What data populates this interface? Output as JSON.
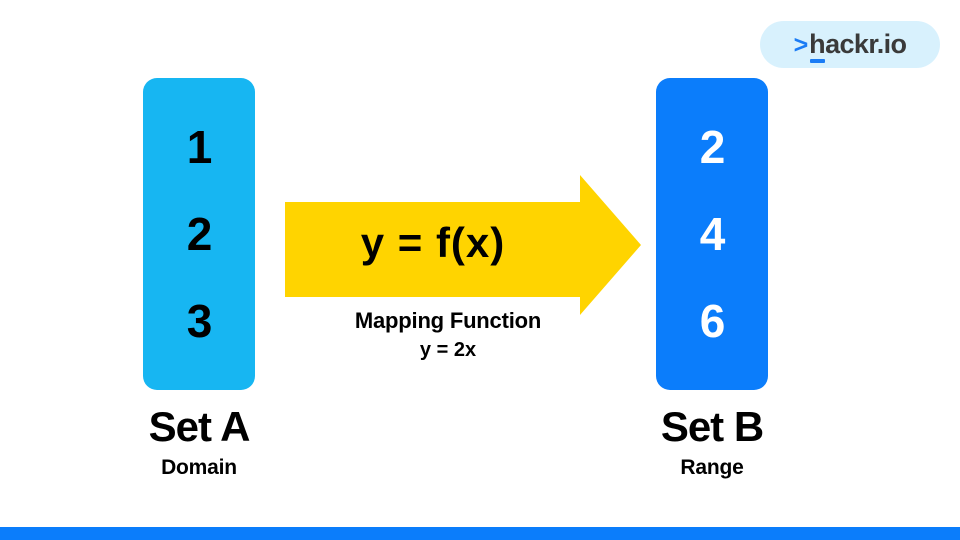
{
  "brand": {
    "chevron": ">",
    "wordmark": "hackr.io",
    "badge_color": "#d8f1fd",
    "accent_color": "#1b7cf5",
    "text_color": "#3a3a3a"
  },
  "diagram": {
    "type": "function-mapping-diagram",
    "sets": [
      {
        "id": "set-a",
        "title": "Set A",
        "subtitle": "Domain",
        "box_color": "#17b6f2",
        "element_color": "#000000",
        "elements": [
          "1",
          "2",
          "3"
        ]
      },
      {
        "id": "set-b",
        "title": "Set B",
        "subtitle": "Range",
        "box_color": "#0b7dfb",
        "element_color": "#ffffff",
        "elements": [
          "2",
          "4",
          "6"
        ]
      }
    ],
    "arrow": {
      "label": "y  = f(x)",
      "color": "#ffd400",
      "caption_title": "Mapping Function",
      "caption_equation": "y = 2x",
      "direction": "right"
    }
  },
  "footer": {
    "bar_color": "#0b7dfb"
  }
}
